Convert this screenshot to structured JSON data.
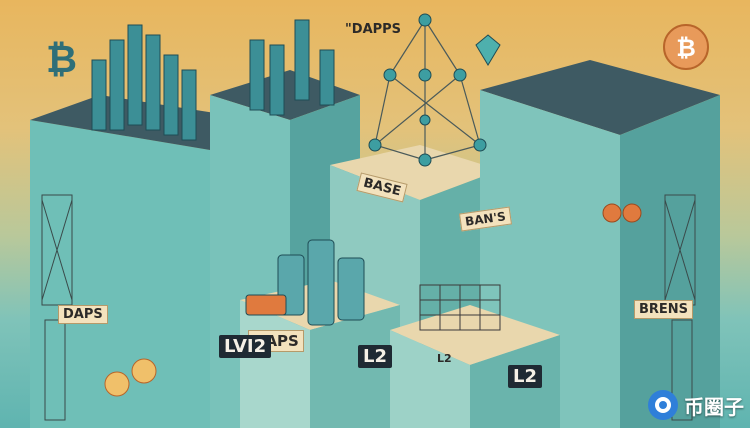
{
  "scene": {
    "labels": {
      "dapps_top": "\"DAPPS",
      "base": "BASE",
      "bans": "BAN'S",
      "daps_left": "DAPS",
      "daps_center": "DAPS",
      "lv12": "LVI2",
      "l2_center": "L2",
      "l2_small": "L2",
      "l2_right": "L2",
      "brens": "BRENS"
    },
    "symbols": {
      "bitcoin": "₿",
      "ethereum_icon": "diamond-icon"
    },
    "watermark": {
      "text": "币圈子"
    },
    "colors": {
      "sky_top": "#e8b65e",
      "sky_bottom": "#5fb4b0",
      "pillar": "#6bbab3",
      "coin_orange": "#e07a3e",
      "coin_teal": "#4e9aa0",
      "node": "#3d9ea1"
    }
  }
}
